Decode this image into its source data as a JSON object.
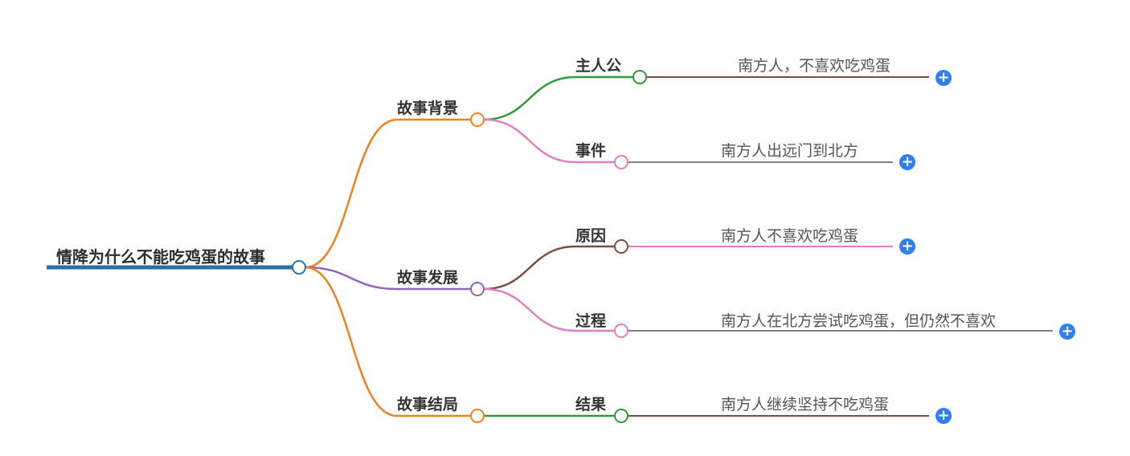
{
  "root": {
    "label": "情降为什么不能吃鸡蛋的故事",
    "color": "#2a6fa8"
  },
  "branches": [
    {
      "label": "故事背景",
      "color": "#f0821e",
      "children": [
        {
          "label": "主人公",
          "color": "#2f9a3a",
          "leaf": "南方人，不喜欢吃鸡蛋",
          "leaf_color": "#7b4f3f"
        },
        {
          "label": "事件",
          "color": "#e07fc3",
          "leaf": "南方人出远门到北方",
          "leaf_color": "#808080"
        }
      ]
    },
    {
      "label": "故事发展",
      "color": "#9065b8",
      "children": [
        {
          "label": "原因",
          "color": "#7b4f3f",
          "leaf": "南方人不喜欢吃鸡蛋",
          "leaf_color": "#e07fc3"
        },
        {
          "label": "过程",
          "color": "#e07fc3",
          "leaf": "南方人在北方尝试吃鸡蛋，但仍然不喜欢",
          "leaf_color": "#808080"
        }
      ]
    },
    {
      "label": "故事结局",
      "color": "#f0821e",
      "children": [
        {
          "label": "结果",
          "color": "#2f9a3a",
          "leaf": "南方人继续坚持不吃鸡蛋",
          "leaf_color": "#7b4f3f"
        }
      ]
    }
  ],
  "icons": {
    "expand": "plus-icon",
    "expand_glyph": "+",
    "expand_color": "#2f7ff0"
  }
}
